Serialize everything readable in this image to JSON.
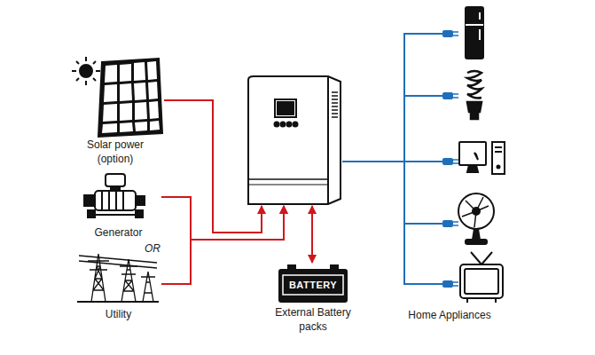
{
  "diagram": {
    "nodes": [
      {
        "text": [
          "Solar power (option)"
        ]
      },
      {
        "text": [
          "Generator"
        ]
      },
      {
        "text": [
          "Utility"
        ]
      },
      {
        "text": []
      },
      {
        "text": [
          "BATTERY",
          "External Battery packs"
        ]
      },
      {
        "text": [
          "Home Appliances"
        ]
      }
    ],
    "edges": [
      {
        "from": 0,
        "to": 3,
        "arrow": "to"
      },
      {
        "from": 1,
        "to": 3,
        "arrow": "to"
      },
      {
        "from": 2,
        "to": 3,
        "arrow": "to"
      },
      {
        "from": 3,
        "to": 4,
        "arrow": "both"
      },
      {
        "from": 3,
        "to": 5,
        "arrow": "none"
      }
    ],
    "labels": [
      "OR"
    ]
  }
}
